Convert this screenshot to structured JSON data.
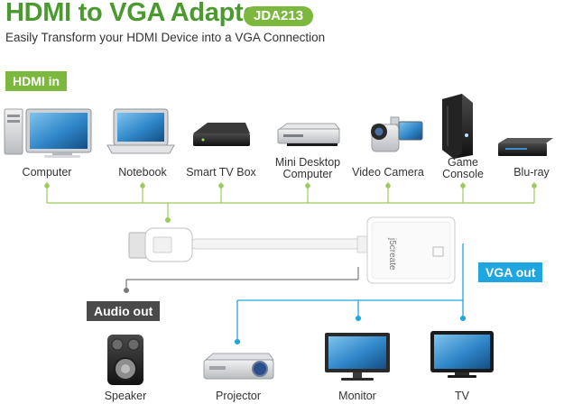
{
  "title": "HDMI to VGA Adapter",
  "model": "JDA213",
  "subtitle": "Easily Transform your HDMI Device into a VGA Connection",
  "tags": {
    "hdmi_in": "HDMI in",
    "vga_out": "VGA out",
    "audio_out": "Audio out"
  },
  "hdmi_sources": [
    {
      "name": "Computer",
      "icon": "computer-icon"
    },
    {
      "name": "Notebook",
      "icon": "notebook-icon"
    },
    {
      "name": "Smart TV Box",
      "icon": "smart-tv-box-icon"
    },
    {
      "name_line1": "Mini Desktop",
      "name_line2": "Computer",
      "icon": "mini-desktop-icon"
    },
    {
      "name": "Video Camera",
      "icon": "video-camera-icon"
    },
    {
      "name_line1": "Game",
      "name_line2": "Console",
      "icon": "game-console-icon"
    },
    {
      "name": "Blu-ray",
      "icon": "bluray-player-icon"
    }
  ],
  "outputs": [
    {
      "name": "Speaker",
      "icon": "speaker-icon"
    },
    {
      "name": "Projector",
      "icon": "projector-icon"
    },
    {
      "name": "Monitor",
      "icon": "monitor-icon"
    },
    {
      "name": "TV",
      "icon": "tv-icon"
    }
  ],
  "adapter": {
    "brand": "j5create"
  },
  "colors": {
    "green": "#7cb83e",
    "blue": "#1fa6e0",
    "dark": "#4a4a4a",
    "title_green": "#4a9a2f"
  }
}
